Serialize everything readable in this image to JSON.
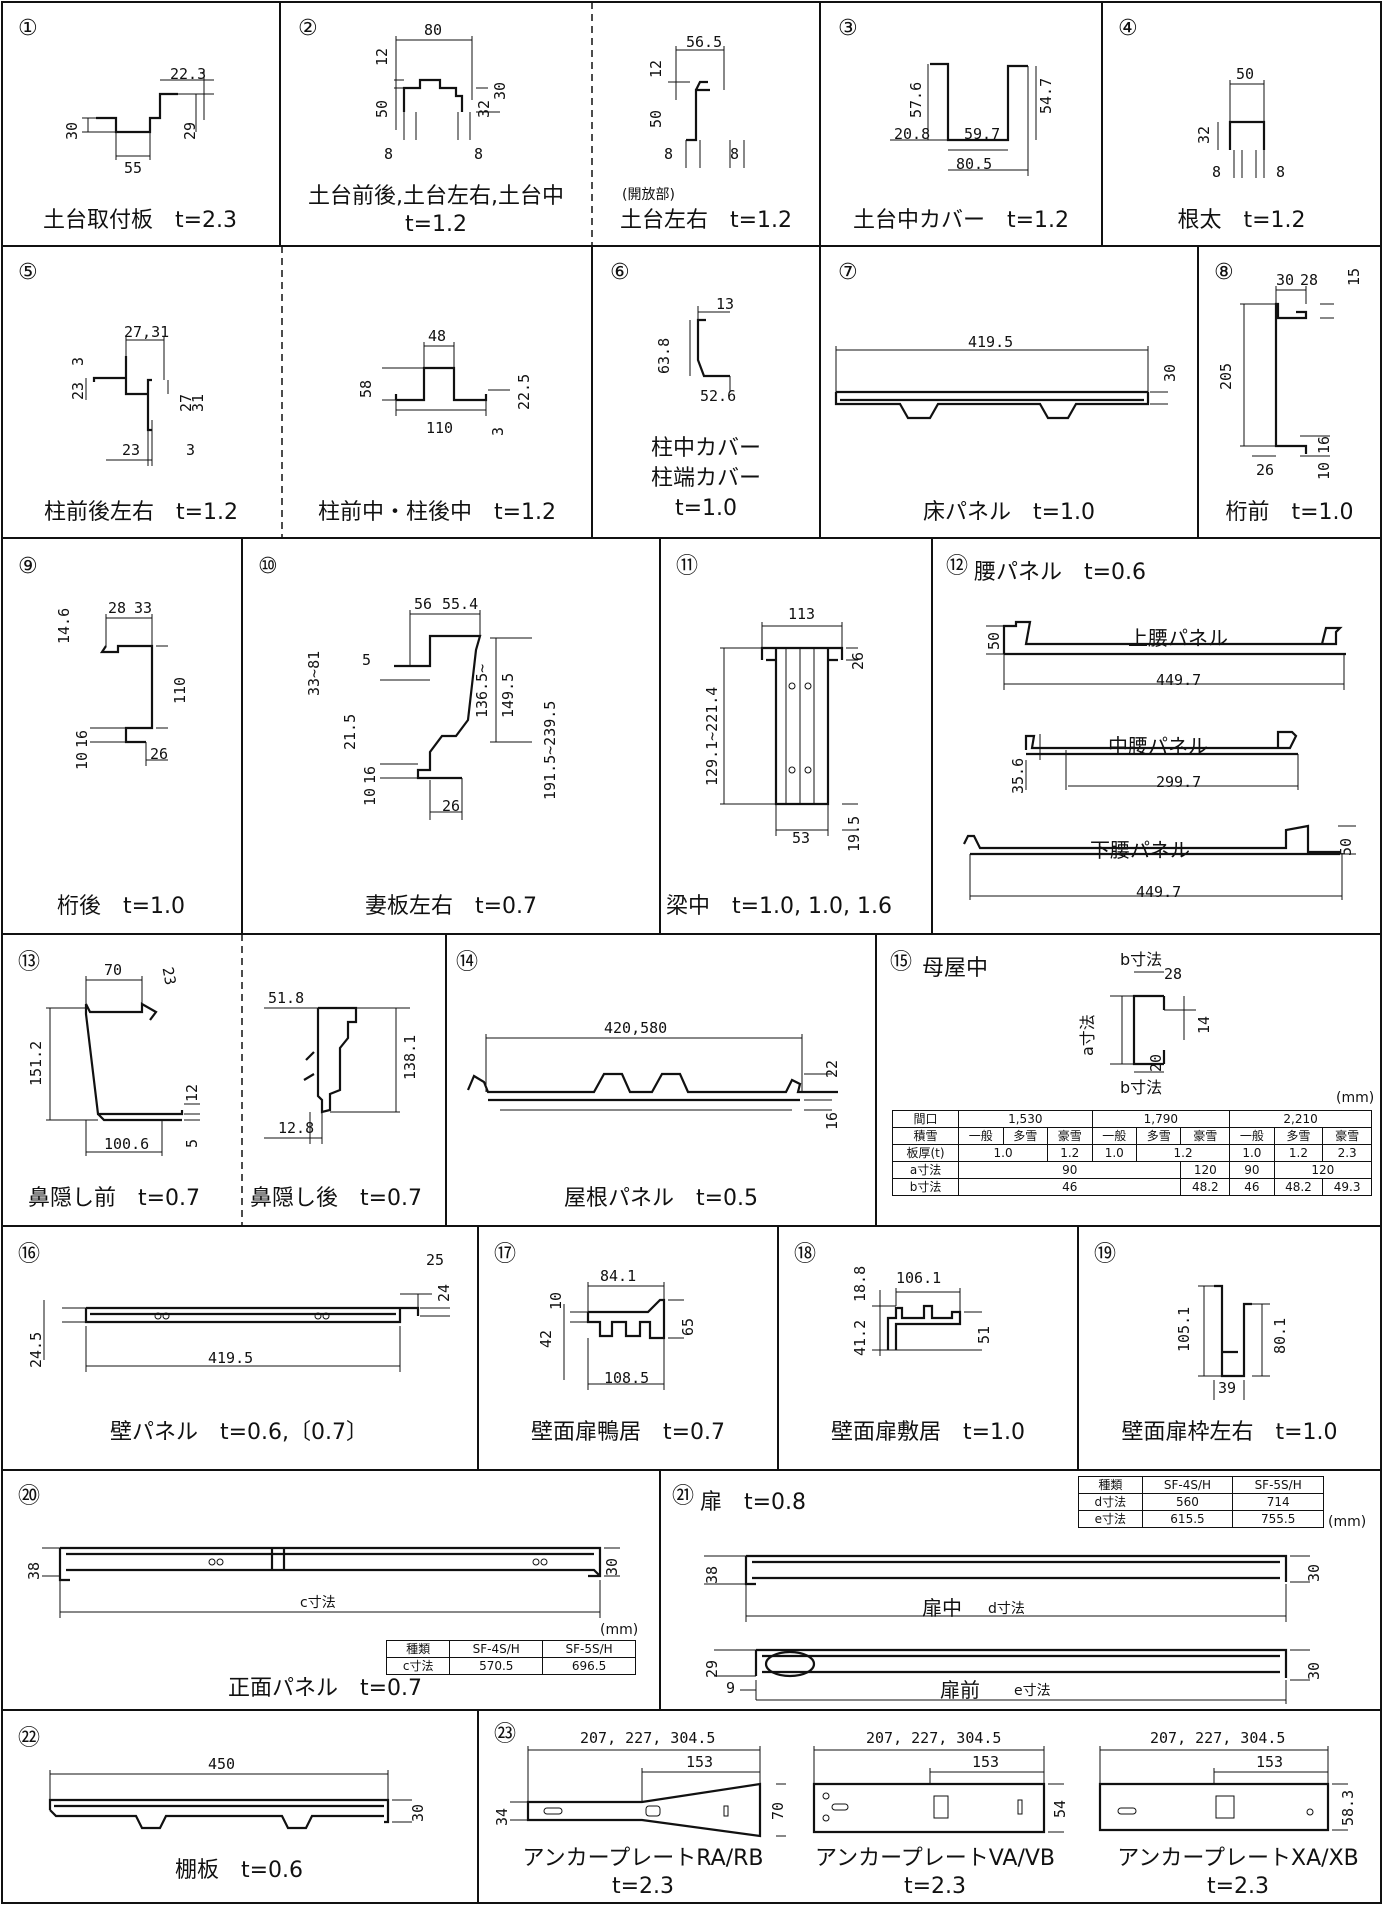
{
  "unit_mm": "(mm)",
  "cells": {
    "c1": {
      "num": "①",
      "caption": "土台取付板　t=2.3",
      "dims": [
        "22.3",
        "30",
        "29",
        "55"
      ]
    },
    "c2": {
      "num": "②",
      "caption1": "土台前後,土台左右,土台中",
      "caption2": "t=1.2",
      "dims": [
        "80",
        "12",
        "50",
        "32",
        "30",
        "8",
        "8"
      ]
    },
    "c2b": {
      "note": "(開放部)",
      "caption": "土台左右　t=1.2",
      "dims": [
        "56.5",
        "12",
        "50",
        "8",
        "8"
      ]
    },
    "c3": {
      "num": "③",
      "caption": "土台中カバー　t=1.2",
      "dims": [
        "57.6",
        "54.7",
        "20.8",
        "59.7",
        "80.5"
      ]
    },
    "c4": {
      "num": "④",
      "caption": "根太　t=1.2",
      "dims": [
        "50",
        "32",
        "8",
        "8"
      ]
    },
    "c5": {
      "num": "⑤",
      "caption": "柱前後左右　t=1.2",
      "dims": [
        "27,31",
        "3",
        "23",
        "27",
        "31",
        "23",
        "3"
      ]
    },
    "c5b": {
      "caption": "柱前中・柱後中　t=1.2",
      "dims": [
        "48",
        "58",
        "22.5",
        "110",
        "3"
      ]
    },
    "c6": {
      "num": "⑥",
      "caption1": "柱中カバー",
      "caption2": "柱端カバー",
      "caption3": "t=1.0",
      "dims": [
        "13",
        "63.8",
        "52.6"
      ]
    },
    "c7": {
      "num": "⑦",
      "caption": "床パネル　t=1.0",
      "dims": [
        "419.5",
        "30"
      ]
    },
    "c8": {
      "num": "⑧",
      "caption": "桁前　t=1.0",
      "dims": [
        "30",
        "28",
        "15",
        "205",
        "16",
        "10",
        "26"
      ]
    },
    "c9": {
      "num": "⑨",
      "caption": "桁後　t=1.0",
      "dims": [
        "28",
        "33",
        "14.6",
        "110",
        "16",
        "10",
        "26"
      ]
    },
    "c10": {
      "num": "⑩",
      "caption": "妻板左右　t=0.7",
      "dims": [
        "56",
        "55.4",
        "33~81",
        "5",
        "136.5~",
        "149.5",
        "191.5~239.5",
        "21.5",
        "16",
        "10",
        "26"
      ]
    },
    "c11": {
      "num": "⑪",
      "caption": "梁中　t=1.0, 1.0, 1.6",
      "dims": [
        "113",
        "26",
        "129.1~221.4",
        "53",
        "19.5"
      ]
    },
    "c12": {
      "num": "⑫",
      "title": "腰パネル　t=0.6",
      "upper": "上腰パネル",
      "middle": "中腰パネル",
      "lower": "下腰パネル",
      "dims": [
        "50",
        "449.7",
        "35.6",
        "299.7",
        "50",
        "449.7"
      ]
    },
    "c13": {
      "num": "⑬",
      "caption": "鼻隠し前　t=0.7",
      "dims": [
        "70",
        "23",
        "151.2",
        "12",
        "100.6",
        "5"
      ]
    },
    "c13b": {
      "caption": "鼻隠し後　t=0.7",
      "dims": [
        "51.8",
        "138.1",
        "12.8"
      ]
    },
    "c14": {
      "num": "⑭",
      "caption": "屋根パネル　t=0.5",
      "dims": [
        "420,580",
        "22",
        "16"
      ]
    },
    "c15": {
      "num": "⑮",
      "title": "母屋中",
      "b_label": "b寸法",
      "a_label": "a寸法",
      "dims": [
        "28",
        "14",
        "20"
      ],
      "table": {
        "header": [
          "間口",
          "1,530",
          "1,790",
          "2,210"
        ],
        "snow": [
          "積雪",
          "一般",
          "多雪",
          "豪雪",
          "一般",
          "多雪",
          "豪雪",
          "一般",
          "多雪",
          "豪雪"
        ],
        "thick": [
          "板厚(t)",
          "1.0",
          "1.2",
          "1.0",
          "1.2",
          "1.0",
          "1.2",
          "2.3"
        ],
        "a": [
          "a寸法",
          "90",
          "120",
          "90",
          "120"
        ],
        "b": [
          "b寸法",
          "46",
          "48.2",
          "46",
          "48.2",
          "49.3"
        ]
      }
    },
    "c16": {
      "num": "⑯",
      "caption": "壁パネル　t=0.6,〔0.7〕",
      "dims": [
        "25",
        "24",
        "24.5",
        "419.5"
      ]
    },
    "c17": {
      "num": "⑰",
      "caption": "壁面扉鴨居　t=0.7",
      "dims": [
        "84.1",
        "10",
        "42",
        "65",
        "108.5"
      ]
    },
    "c18": {
      "num": "⑱",
      "caption": "壁面扉敷居　t=1.0",
      "dims": [
        "106.1",
        "18.8",
        "41.2",
        "51"
      ]
    },
    "c19": {
      "num": "⑲",
      "caption": "壁面扉枠左右　t=1.0",
      "dims": [
        "105.1",
        "80.1",
        "39"
      ]
    },
    "c20": {
      "num": "⑳",
      "caption": "正面パネル　t=0.7",
      "c_label": "c寸法",
      "dims": [
        "38",
        "30"
      ],
      "table": {
        "header": [
          "種類",
          "SF-4S/H",
          "SF-5S/H"
        ],
        "row": [
          "c寸法",
          "570.5",
          "696.5"
        ]
      }
    },
    "c21": {
      "num": "㉑",
      "title": "扉　t=0.8",
      "inner": "扉中",
      "d_label": "d寸法",
      "front": "扉前",
      "e_label": "e寸法",
      "dims": [
        "38",
        "30",
        "29",
        "30",
        "9"
      ],
      "table": {
        "header": [
          "種類",
          "SF-4S/H",
          "SF-5S/H"
        ],
        "d": [
          "d寸法",
          "560",
          "714"
        ],
        "e": [
          "e寸法",
          "615.5",
          "755.5"
        ]
      }
    },
    "c22": {
      "num": "㉒",
      "caption": "棚板　t=0.6",
      "dims": [
        "450",
        "30"
      ]
    },
    "c23": {
      "num": "㉓",
      "dims_top": "207, 227, 304.5",
      "dims_sub": "153",
      "ra": {
        "caption1": "アンカープレートRA/RB",
        "caption2": "t=2.3",
        "h1": "34",
        "h2": "70"
      },
      "va": {
        "caption1": "アンカープレートVA/VB",
        "caption2": "t=2.3",
        "h1": "54"
      },
      "xa": {
        "caption1": "アンカープレートXA/XB",
        "caption2": "t=2.3",
        "h1": "58.3"
      }
    }
  }
}
